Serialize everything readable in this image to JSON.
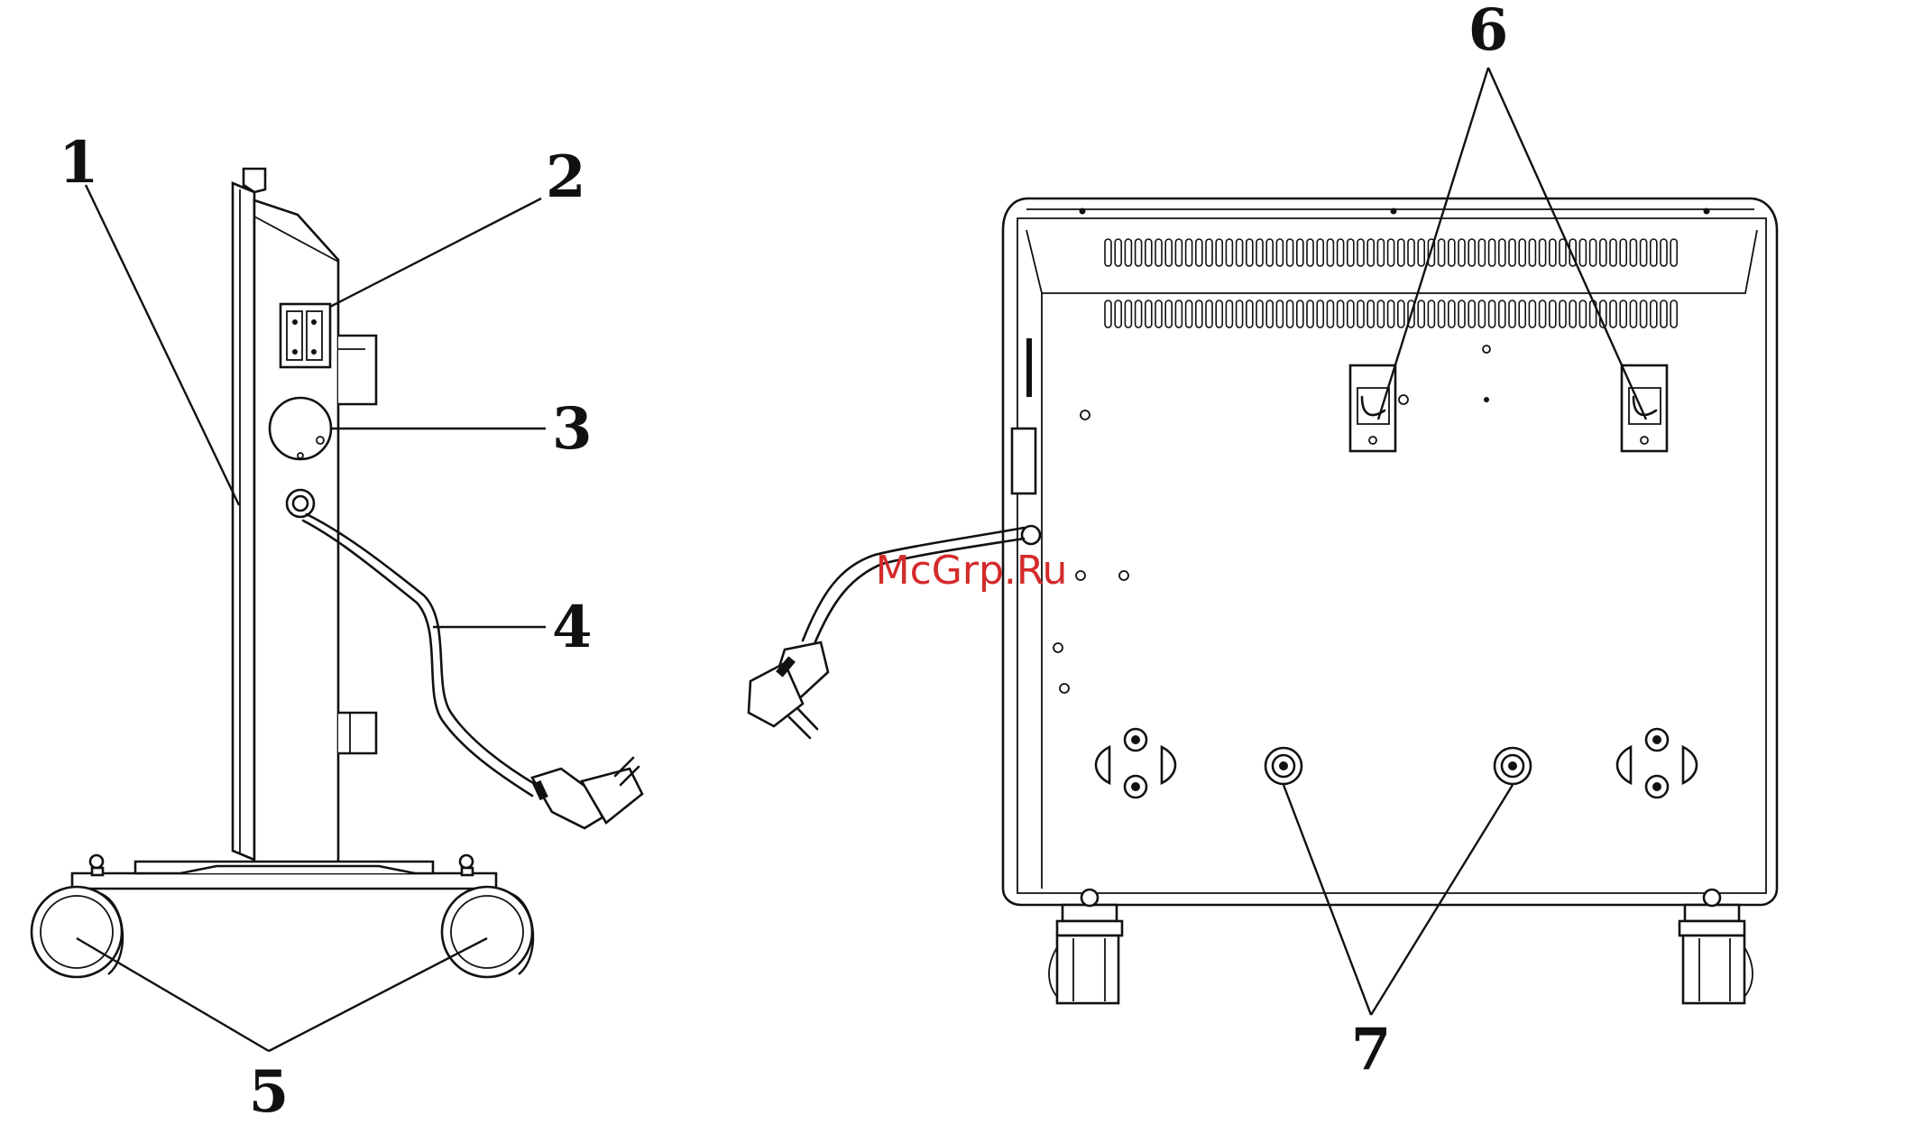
{
  "callouts": [
    "1",
    "2",
    "3",
    "4",
    "5",
    "6",
    "7"
  ],
  "watermark": "McGrp.Ru"
}
